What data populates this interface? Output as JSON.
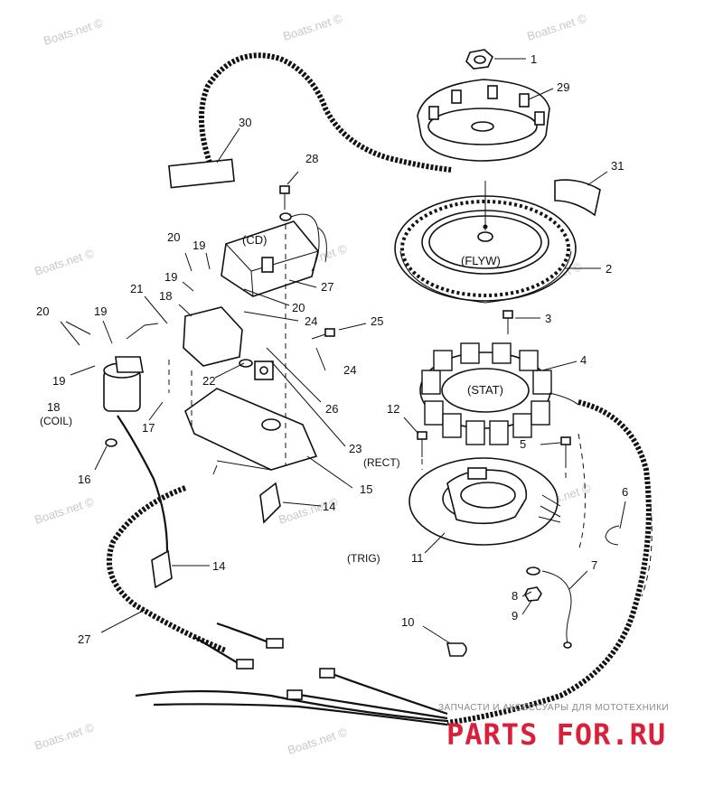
{
  "watermark": {
    "text": "Boats.net ©",
    "color": "#c8c8c8"
  },
  "labels": {
    "cd": "(CD)",
    "flyw": "(FLYW)",
    "stat": "(STAT)",
    "trig": "(TRIG)",
    "coil": "(COIL)",
    "rect": "(RECT)"
  },
  "callouts": [
    {
      "id": "1",
      "part": "nut"
    },
    {
      "id": "29",
      "part": "flywheel-cover"
    },
    {
      "id": "30",
      "part": "decal-strap"
    },
    {
      "id": "28",
      "part": "screw"
    },
    {
      "id": "31",
      "part": "decal"
    },
    {
      "id": "2",
      "part": "flywheel"
    },
    {
      "id": "3",
      "part": "screw"
    },
    {
      "id": "4",
      "part": "stator"
    },
    {
      "id": "5",
      "part": "screw"
    },
    {
      "id": "6",
      "part": "retainer"
    },
    {
      "id": "7",
      "part": "lead"
    },
    {
      "id": "8",
      "part": "washer"
    },
    {
      "id": "9",
      "part": "nut"
    },
    {
      "id": "10",
      "part": "clamp"
    },
    {
      "id": "11",
      "part": "trigger"
    },
    {
      "id": "12",
      "part": "screw"
    },
    {
      "id": "14",
      "part": "boot"
    },
    {
      "id": "15",
      "part": "bracket"
    },
    {
      "id": "16",
      "part": "nut"
    },
    {
      "id": "17",
      "part": "washer"
    },
    {
      "id": "18",
      "part": "coil"
    },
    {
      "id": "19",
      "part": "washer"
    },
    {
      "id": "20",
      "part": "screw"
    },
    {
      "id": "21",
      "part": "screw"
    },
    {
      "id": "22",
      "part": "washer"
    },
    {
      "id": "23",
      "part": "rectifier"
    },
    {
      "id": "24",
      "part": "washer"
    },
    {
      "id": "25",
      "part": "screw"
    },
    {
      "id": "26",
      "part": "screw"
    },
    {
      "id": "27",
      "part": "harness"
    }
  ],
  "footer": {
    "ru_text": "ЗАПЧАСТИ И АКСЕССУАРЫ ДЛЯ МОТОТЕХНИКИ",
    "logo_text": "PARTS FOR.RU",
    "logo_color": "#d8203a"
  }
}
